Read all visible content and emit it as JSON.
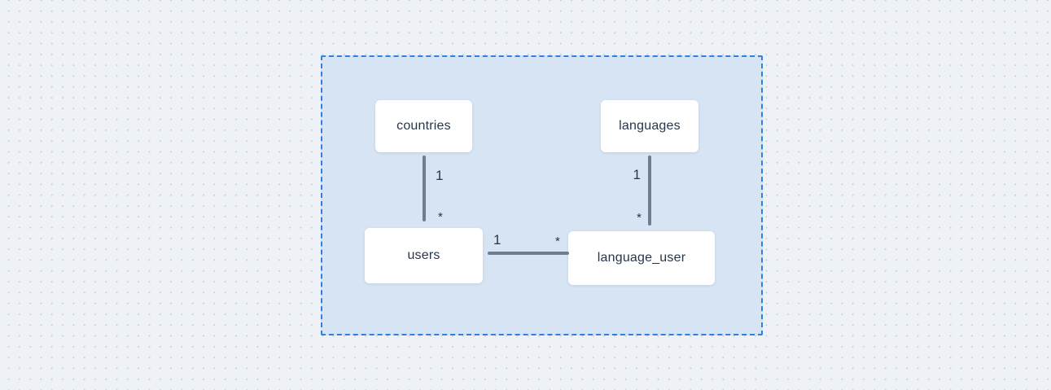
{
  "theme": {
    "bg": "#eef1f5",
    "dot_color": "#c8cfd9",
    "container_fill": "#d6e4f4",
    "container_border": "#2f80e4",
    "entity_fill": "#ffffff",
    "line_color": "#6e7e8e",
    "text_color": "#26374a"
  },
  "diagram": {
    "entities": [
      {
        "id": "countries",
        "label": "countries"
      },
      {
        "id": "languages",
        "label": "languages"
      },
      {
        "id": "users",
        "label": "users"
      },
      {
        "id": "language_user",
        "label": "language_user"
      }
    ],
    "relationships": [
      {
        "from": "countries",
        "to": "users",
        "from_cardinality": "1",
        "to_cardinality": "*"
      },
      {
        "from": "languages",
        "to": "language_user",
        "from_cardinality": "1",
        "to_cardinality": "*"
      },
      {
        "from": "users",
        "to": "language_user",
        "from_cardinality": "1",
        "to_cardinality": "*"
      }
    ]
  }
}
